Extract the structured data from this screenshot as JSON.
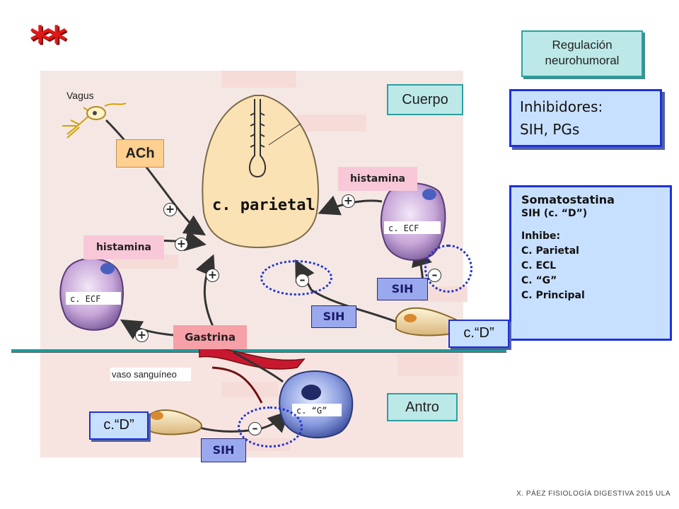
{
  "title_stars": "**",
  "header": {
    "line1": "Regulación",
    "line2": "neurohumoral"
  },
  "inhibitors": {
    "line1": "Inhibidores:",
    "line2": "SIH, PGs"
  },
  "somatostatin": {
    "title": "Somatostatina",
    "subtitle": "SIH (c. “D”)",
    "inhibe": "Inhibe:",
    "items": [
      "C. Parietal",
      "C. ECL",
      "C. “G”",
      "C. Principal"
    ]
  },
  "regions": {
    "upper": "Cuerpo",
    "lower": "Antro"
  },
  "labels": {
    "vagus": "Vagus",
    "ach": "ACh",
    "parietal": "c. parietal",
    "histamina_right": "histamina",
    "histamina_left": "histamina",
    "ecf_right": "c. ECF",
    "ecf_left": "c. ECF",
    "sih_right": "SIH",
    "sih_center": "SIH",
    "sih_bottom": "SIH",
    "gastrina": "Gastrina",
    "d_cell_right": "c.“D”",
    "d_cell_left": "c.“D”",
    "g_cell": "c. “G”",
    "vaso": "vaso sanguíneo"
  },
  "signs": {
    "plus": "+",
    "minus": "–"
  },
  "footer": "X. PÁEZ  FISIOLOGÍA DIGESTIVA 2015 ULA",
  "colors": {
    "accent_blue": "#2030d8",
    "teal": "#2aa0a0",
    "pink_label": "#f8c8d8",
    "sih_blue": "#9aa8ee",
    "parietal_fill": "#fbe2b4"
  }
}
